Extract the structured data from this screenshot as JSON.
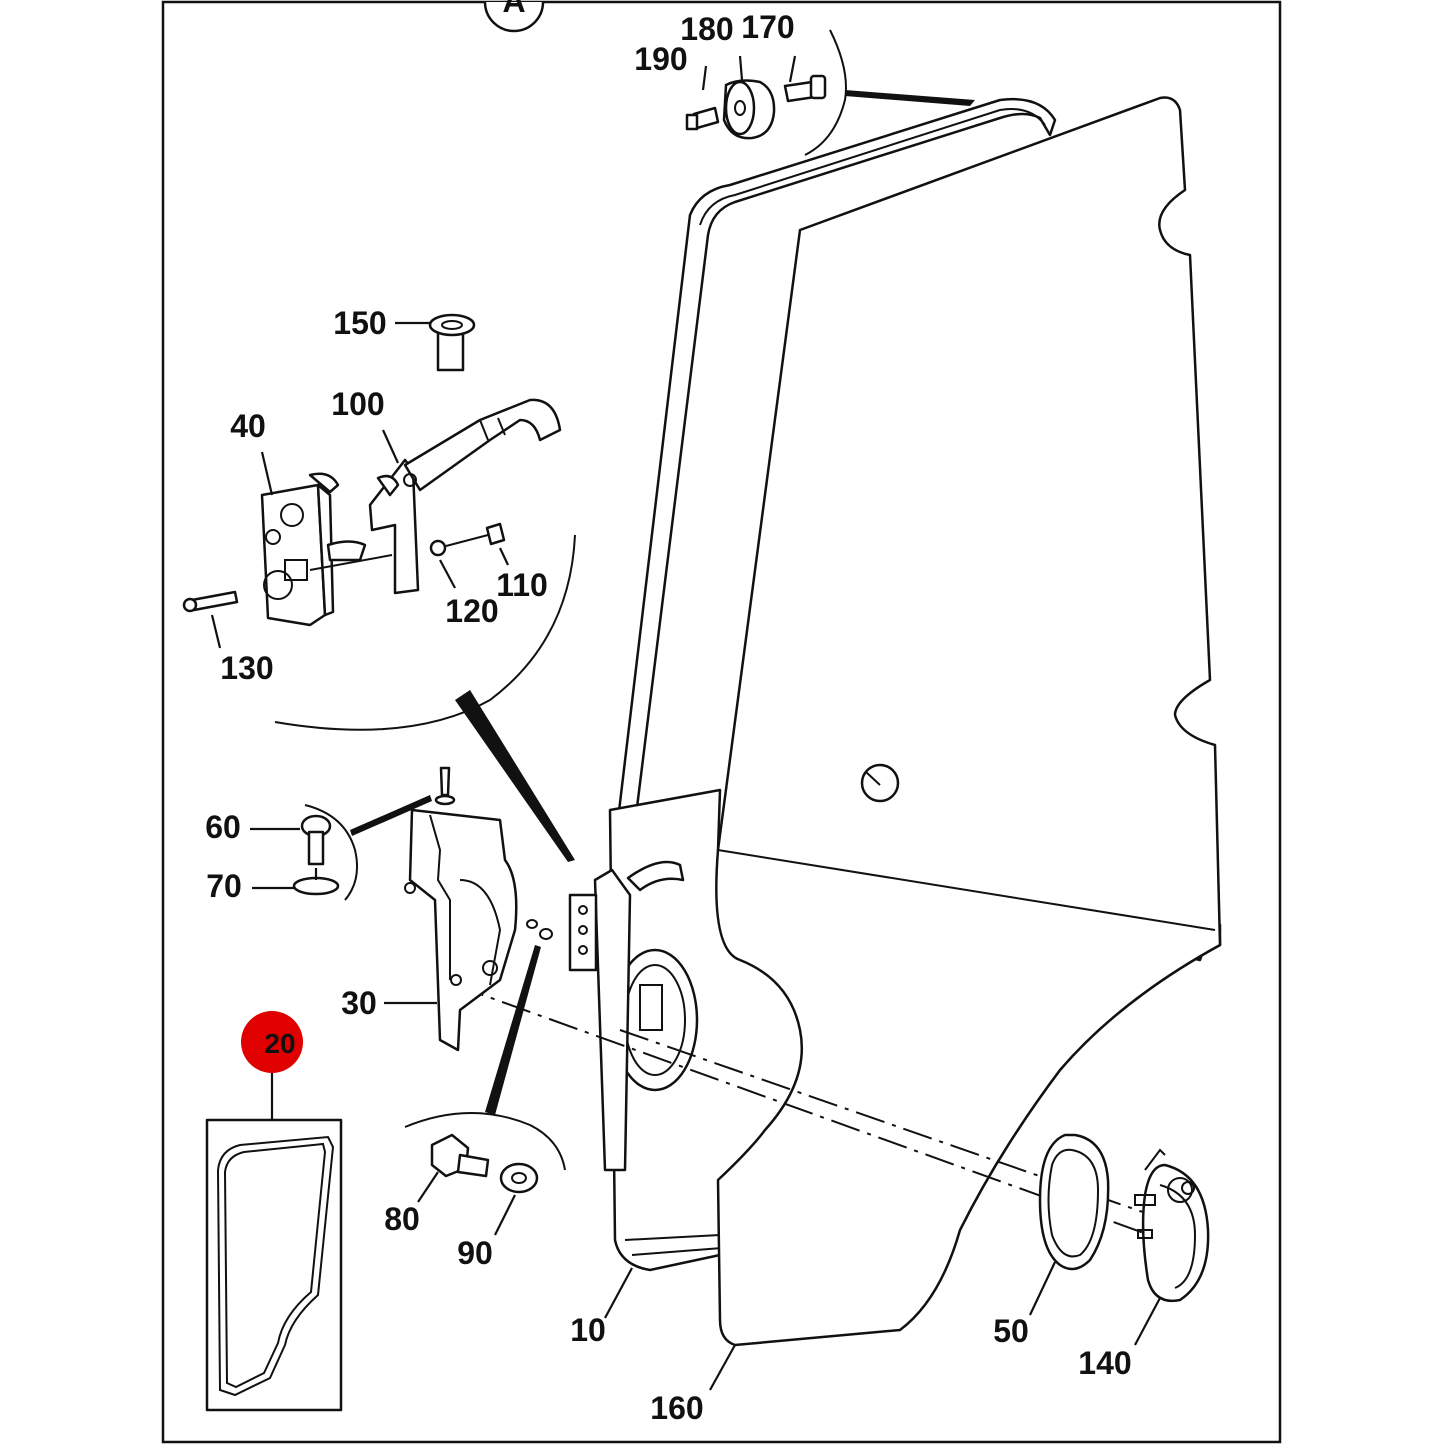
{
  "diagram": {
    "view_marker": "A",
    "highlight_color": "#e00000",
    "line_color": "#111111",
    "labels": {
      "p10": "10",
      "p20": "20",
      "p30": "30",
      "p40": "40",
      "p50": "50",
      "p60": "60",
      "p70": "70",
      "p80": "80",
      "p90": "90",
      "p100": "100",
      "p110": "110",
      "p120": "120",
      "p130": "130",
      "p140": "140",
      "p150": "150",
      "p160": "160",
      "p170": "170",
      "p180": "180",
      "p190": "190"
    }
  }
}
